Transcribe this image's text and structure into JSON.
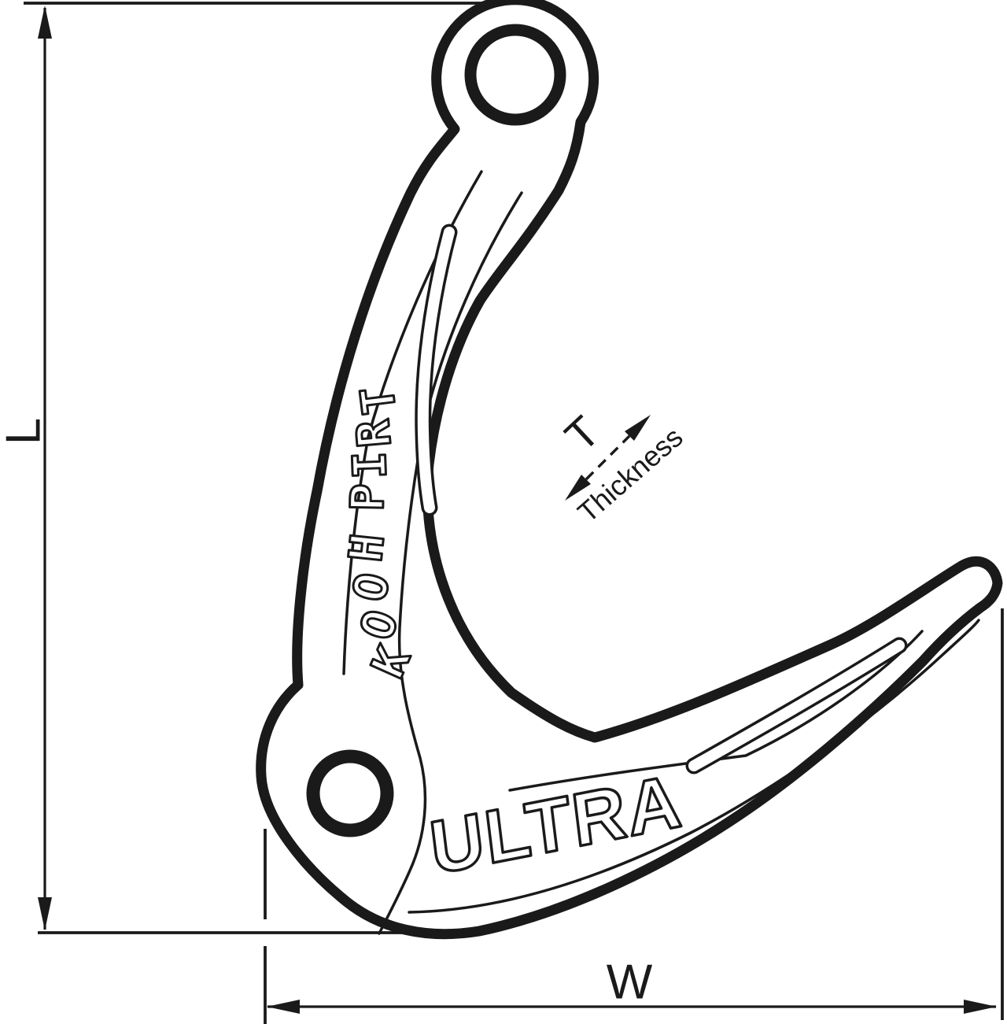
{
  "drawing": {
    "product": {
      "shank_text": "TRIP HOOK",
      "shank_letters": [
        "T",
        "R",
        "I",
        "P",
        "H",
        "O",
        "O",
        "K"
      ],
      "blade_text": "ULTRA"
    },
    "dimensions": {
      "length": {
        "symbol": "L"
      },
      "width": {
        "symbol": "W"
      },
      "thickness": {
        "symbol": "T",
        "label": "Thickness"
      }
    },
    "colors": {
      "ink": "#1a1a1a",
      "paper": "#ffffff"
    }
  }
}
